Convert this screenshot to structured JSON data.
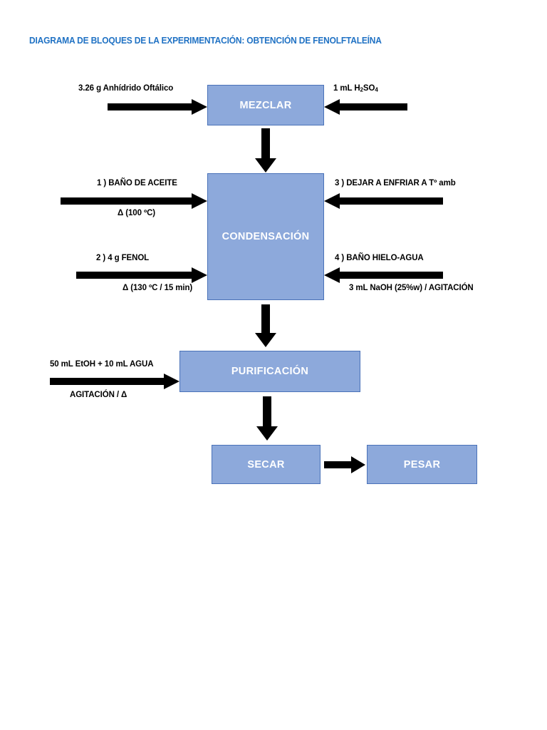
{
  "title": "DIAGRAMA DE BLOQUES DE LA EXPERIMENTACIÓN: OBTENCIÓN DE FENOLFTALEÍNA",
  "colors": {
    "title_blue": "#2072C4",
    "box_fill": "#8DA9DB",
    "box_border": "#4A72B8",
    "box_text": "#FFFFFF",
    "arrow_black": "#000000",
    "note_text": "#000000"
  },
  "boxes": {
    "mezclar": "MEZCLAR",
    "condensacion": "CONDENSACIÓN",
    "purificacion": "PURIFICACIÓN",
    "secar": "SECAR",
    "pesar": "PESAR"
  },
  "notes": {
    "anhidrido": "3.26 g Anhídrido Oftálico",
    "h2so4_pre": "1 mL  H",
    "h2so4_sub1": "2",
    "h2so4_mid": "SO",
    "h2so4_sub2": "4",
    "bano_aceite": "1 )  BAÑO DE ACEITE",
    "bano_aceite_cond": "Δ (100 ºC)",
    "enfriar": "3 ) DEJAR A ENFRIAR A Tº amb",
    "fenol": "2 )   4 g FENOL",
    "fenol_cond": "Δ (130 ºC / 15 min)",
    "hielo_agua": "4 ) BAÑO HIELO-AGUA",
    "naoh": "3 mL NaOH (25%w) / AGITACIÓN",
    "etoh": "50 mL EtOH + 10 mL AGUA",
    "etoh_cond": "AGITACIÓN / Δ"
  },
  "icons": {
    "arrow_right": "arrow-right-icon",
    "arrow_left": "arrow-left-icon",
    "arrow_down": "arrow-down-icon"
  },
  "flow": {
    "steps": [
      "MEZCLAR",
      "CONDENSACIÓN",
      "PURIFICACIÓN",
      "SECAR",
      "PESAR"
    ],
    "connections": [
      {
        "from": "MEZCLAR",
        "to": "CONDENSACIÓN",
        "direction": "down"
      },
      {
        "from": "CONDENSACIÓN",
        "to": "PURIFICACIÓN",
        "direction": "down"
      },
      {
        "from": "PURIFICACIÓN",
        "to": "SECAR",
        "direction": "down"
      },
      {
        "from": "SECAR",
        "to": "PESAR",
        "direction": "right"
      }
    ],
    "inputs": [
      {
        "target": "MEZCLAR",
        "side": "left",
        "label": "3.26 g Anhídrido Oftálico"
      },
      {
        "target": "MEZCLAR",
        "side": "right",
        "label": "1 mL H2SO4"
      },
      {
        "target": "CONDENSACIÓN",
        "side": "left",
        "label": "1 ) BAÑO DE ACEITE",
        "condition": "Δ (100 ºC)"
      },
      {
        "target": "CONDENSACIÓN",
        "side": "left",
        "label": "2 ) 4 g FENOL",
        "condition": "Δ (130 ºC / 15 min)"
      },
      {
        "target": "CONDENSACIÓN",
        "side": "right",
        "label": "3 ) DEJAR A ENFRIAR A Tº amb"
      },
      {
        "target": "CONDENSACIÓN",
        "side": "right",
        "label": "4 ) BAÑO HIELO-AGUA",
        "condition": "3 mL NaOH (25%w) / AGITACIÓN"
      },
      {
        "target": "PURIFICACIÓN",
        "side": "left",
        "label": "50 mL EtOH + 10 mL AGUA",
        "condition": "AGITACIÓN / Δ"
      }
    ]
  }
}
